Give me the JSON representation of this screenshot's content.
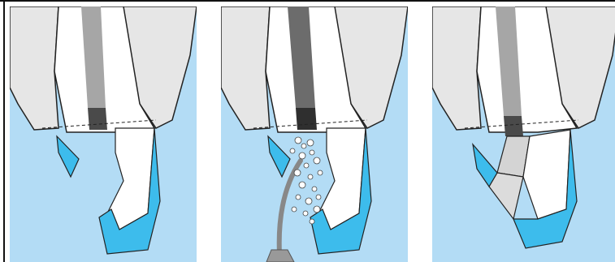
{
  "figure": {
    "panels": [
      {
        "id": "panel-1",
        "depicts": "tooth-root-with-post-and-crown-preparation"
      },
      {
        "id": "panel-2",
        "depicts": "tooth-root-with-irrigation-needle-and-bubbles"
      },
      {
        "id": "panel-3",
        "depicts": "tooth-root-with-filled-restoration"
      }
    ],
    "colors": {
      "background": "#b3dcf5",
      "tooth": "#e6e6e6",
      "enamel_outline": "#222222",
      "dentin_white": "#ffffff",
      "cyan_fill": "#3dbcec",
      "post_gray": "#a6a6a6",
      "post_dark": "#4a4a4a",
      "restoration_light": "#d4d4d4"
    }
  }
}
